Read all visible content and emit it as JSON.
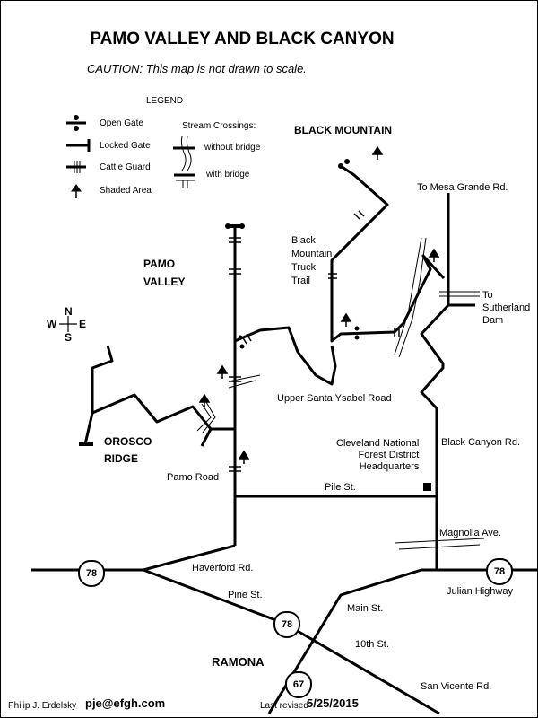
{
  "title": "PAMO VALLEY AND BLACK CANYON",
  "caution": "CAUTION: This map is not drawn to scale.",
  "legend": {
    "heading": "LEGEND",
    "open_gate": "Open Gate",
    "locked_gate": "Locked Gate",
    "cattle_guard": "Cattle Guard",
    "shaded_area": "Shaded Area",
    "stream_crossings": "Stream Crossings:",
    "without_bridge": "without bridge",
    "with_bridge": "with bridge"
  },
  "compass": {
    "n": "N",
    "s": "S",
    "e": "E",
    "w": "W"
  },
  "labels": {
    "black_mountain": "BLACK MOUNTAIN",
    "to_mesa_grande": "To Mesa Grande Rd.",
    "black_mountain_truck_trail": [
      "Black",
      "Mountain",
      "Truck",
      "Trail"
    ],
    "pamo_valley": [
      "PAMO",
      "VALLEY"
    ],
    "to_sutherland_dam": [
      "To",
      "Sutherland",
      "Dam"
    ],
    "upper_santa_ysabel": "Upper Santa Ysabel Road",
    "black_canyon_rd": "Black Canyon Rd.",
    "cleveland_nf": [
      "Cleveland National",
      "Forest District",
      "Headquarters"
    ],
    "orosco_ridge": [
      "OROSCO",
      "RIDGE"
    ],
    "pamo_road": "Pamo Road",
    "pile_st": "Pile St.",
    "magnolia_ave": "Magnolia Ave.",
    "haverford_rd": "Haverford Rd.",
    "julian_highway": "Julian Highway",
    "pine_st": "Pine St.",
    "main_st": "Main St.",
    "tenth_st": "10th St.",
    "ramona": "RAMONA",
    "san_vicente_rd": "San Vicente Rd."
  },
  "shields": {
    "hwy78": "78",
    "hwy67": "67"
  },
  "footer": {
    "author": "Philip J. Erdelsky",
    "email": "pje@efgh.com",
    "revised_label": "Last revised",
    "revised_date": "5/25/2015"
  }
}
